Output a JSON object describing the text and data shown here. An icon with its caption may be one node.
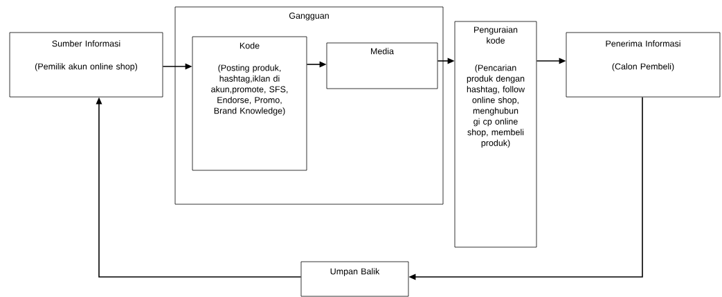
{
  "diagram": {
    "nodes": [
      {
        "text": [
          "Sumber Informasi",
          "(Pemilik akun online shop)"
        ]
      },
      {
        "text": [
          "Gangguan"
        ]
      },
      {
        "text": [
          "Kode",
          "(Posting produk, hashtag,iklan di akun,promote, SFS, Endorse, Promo, Brand Knowledge)"
        ],
        "in": 1
      },
      {
        "text": [
          "Media"
        ],
        "in": 1
      },
      {
        "text": [
          "Penguraian kode",
          "(Pencarian produk dengan hashtag, follow online shop, menghubun gi cp online shop, membeli produk)"
        ]
      },
      {
        "text": [
          "Penerima Informasi",
          "(Calon Pembeli)"
        ]
      },
      {
        "text": [
          "Umpan Balik"
        ]
      }
    ],
    "edges": [
      {
        "from": 0,
        "to": 2,
        "arrow": "to"
      },
      {
        "from": 2,
        "to": 3,
        "arrow": "to"
      },
      {
        "from": 3,
        "to": 4,
        "arrow": "to"
      },
      {
        "from": 4,
        "to": 5,
        "arrow": "to"
      },
      {
        "from": 5,
        "to": 6,
        "arrow": "to"
      },
      {
        "from": 6,
        "to": 0,
        "arrow": "to"
      }
    ]
  }
}
